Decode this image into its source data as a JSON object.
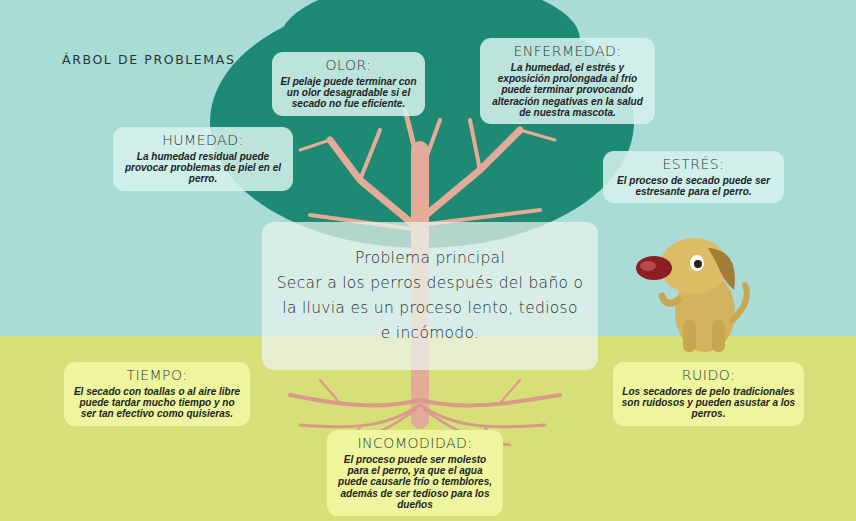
{
  "diagram": {
    "title": "ÁRBOL DE PROBLEMAS",
    "nodes": [
      {
        "text": [
          "OLOR:",
          "El pelaje puede terminar con un olor desagradable si el secado no fue eficiente."
        ]
      },
      {
        "text": [
          "ENFERMEDAD:",
          "La humedad, el estrés y exposición prolongada al frío puede terminar provocando alteración negativas en la salud de nuestra mascota."
        ]
      },
      {
        "text": [
          "HUMEDAD:",
          "La humedad residual puede provocar problemas de piel en el perro."
        ]
      },
      {
        "text": [
          "ESTRÉS:",
          "El proceso de secado puede ser estresante para el perro."
        ]
      },
      {
        "text": [
          "Problema principal",
          "Secar a los perros después del baño o la lluvia es un proceso lento, tedioso e incómodo."
        ]
      },
      {
        "text": [
          "TIEMPO:",
          "El secado con toallas o al aire libre puede tardar mucho tiempo y no ser tan efectivo como quisieras."
        ]
      },
      {
        "text": [
          "RUIDO:",
          "Los secadores de pelo tradicionales son ruidosos y pueden asustar a los perros."
        ]
      },
      {
        "text": [
          "INCOMODIDAD:",
          "El proceso puede ser molesto para el perro, ya que el agua puede causarle frío o temblores, además de ser tedioso para los dueños"
        ]
      }
    ]
  }
}
